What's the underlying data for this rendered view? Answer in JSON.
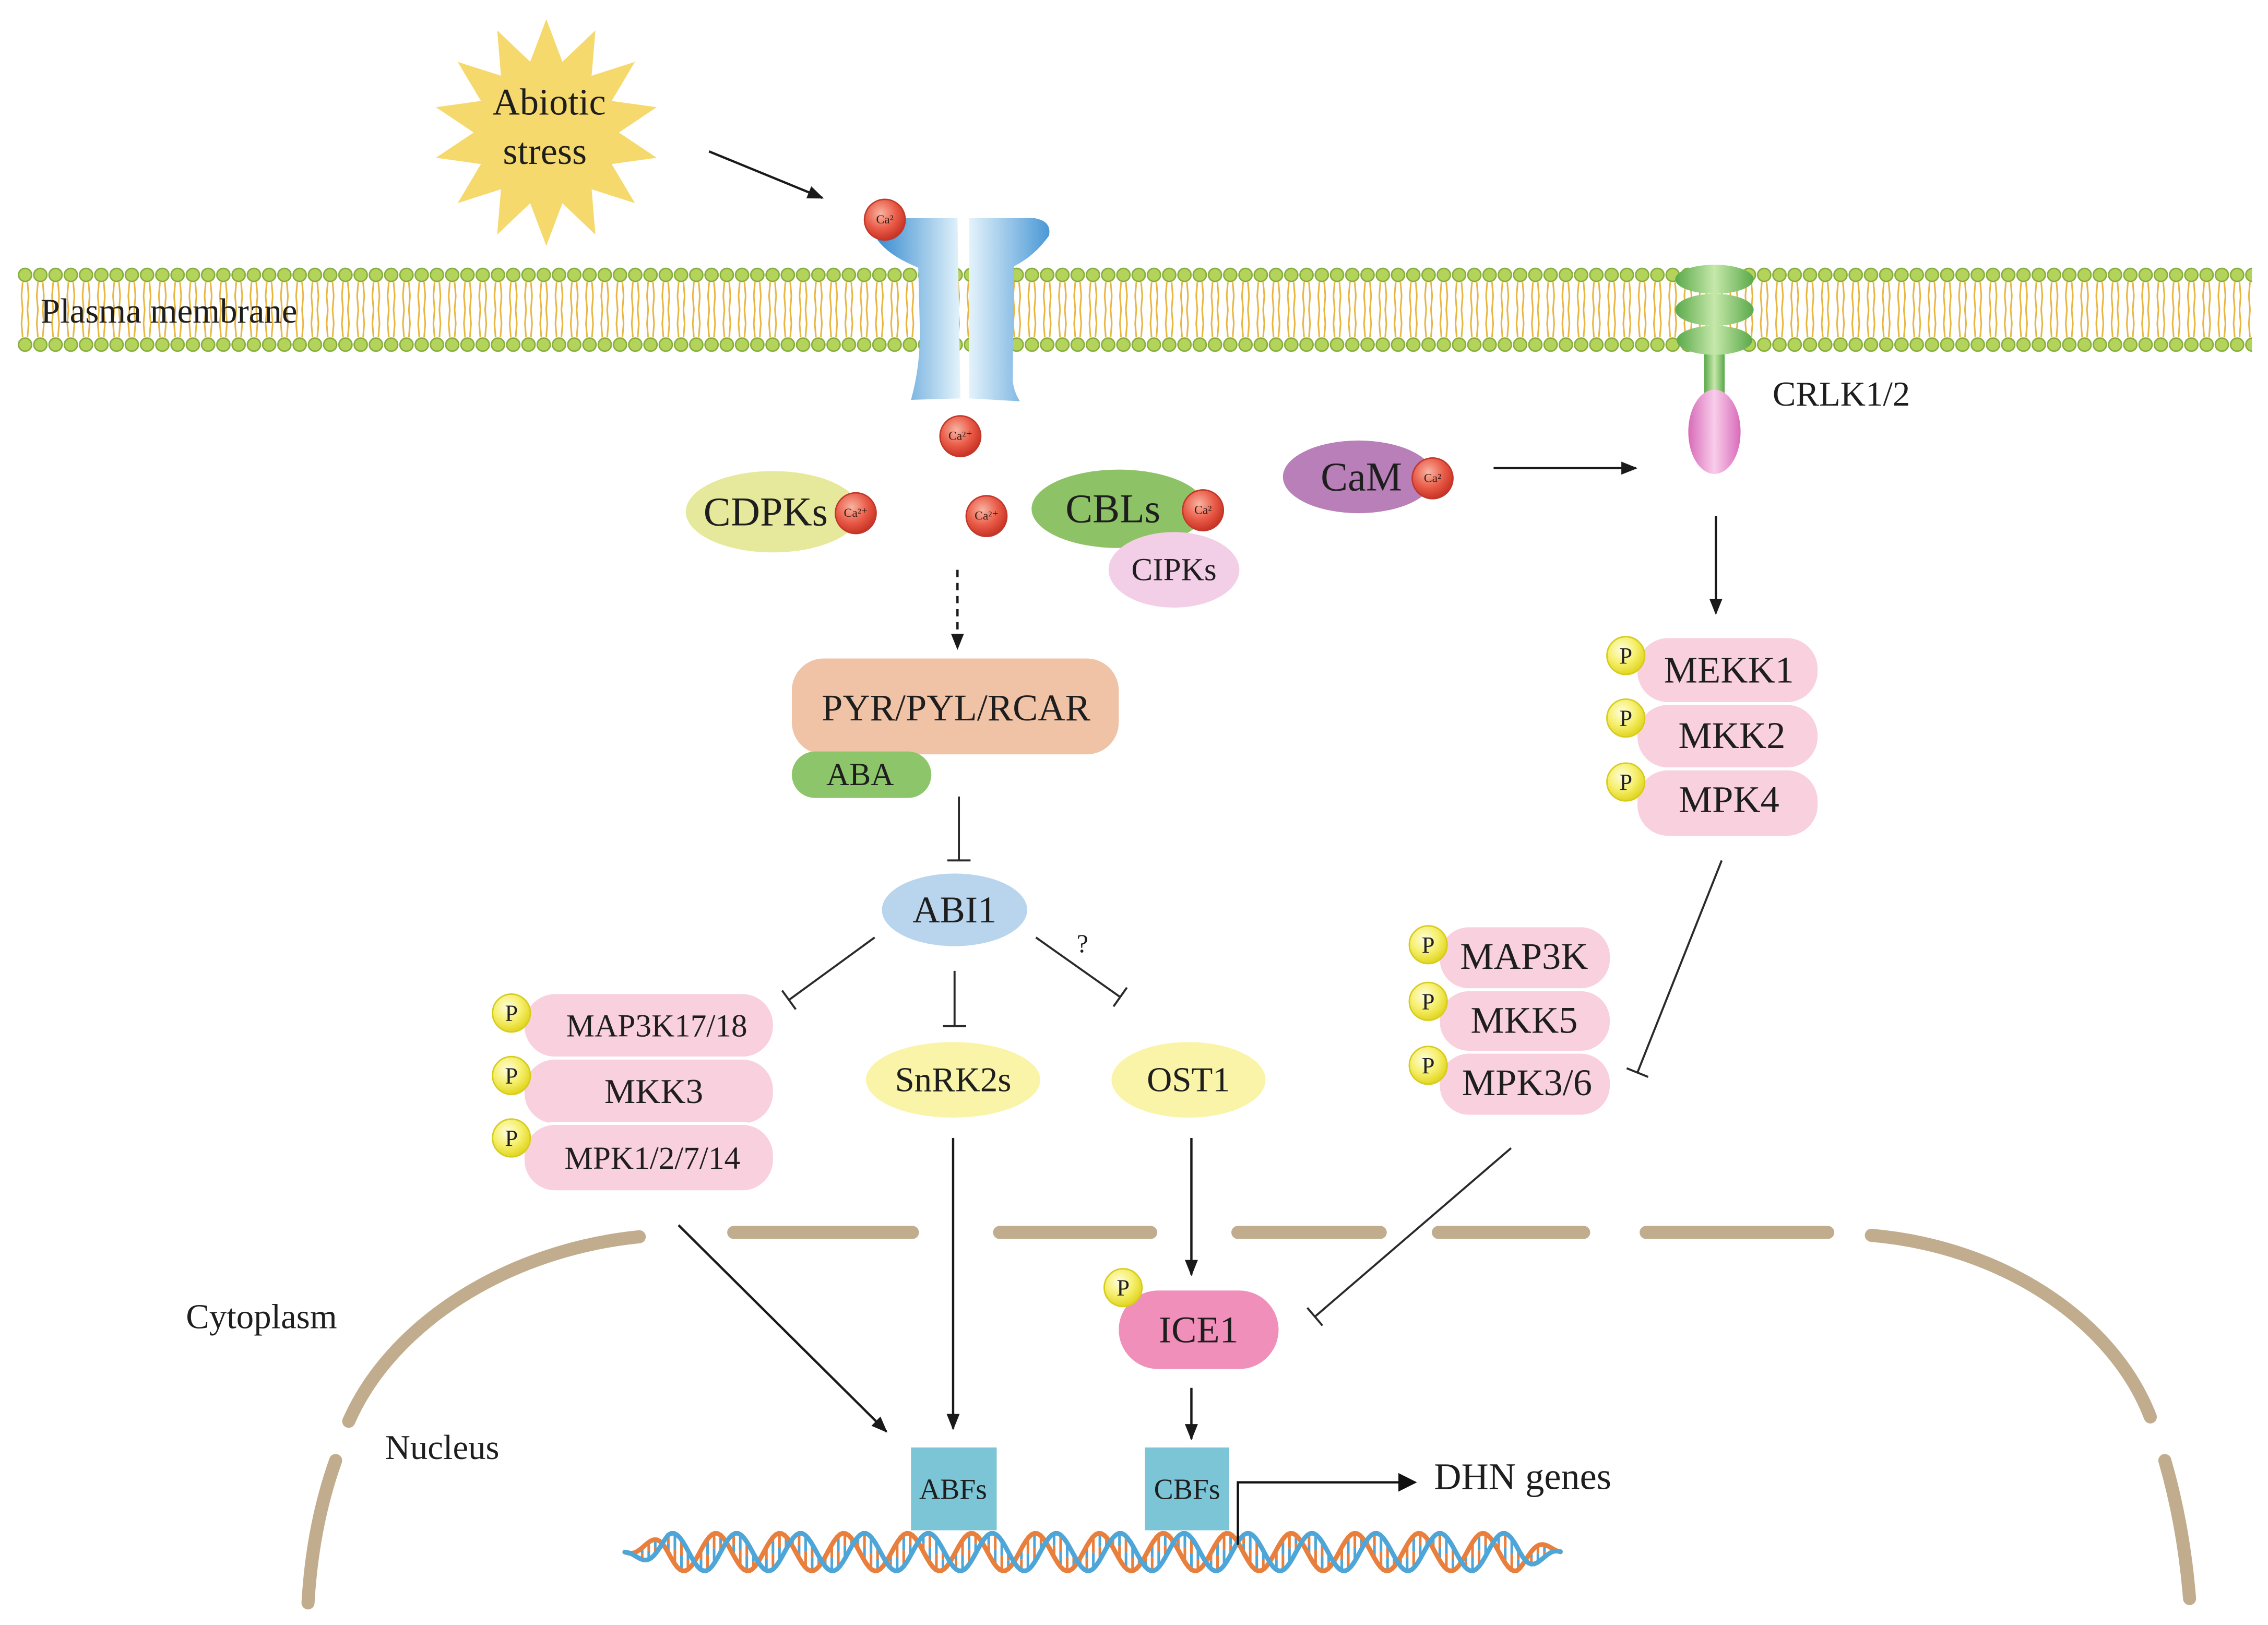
{
  "stimulus": {
    "line1": "Abiotic",
    "line2": "stress"
  },
  "compartments": {
    "plasma_membrane": "Plasma membrane",
    "cytoplasm": "Cytoplasm",
    "nucleus": "Nucleus"
  },
  "calcium": {
    "channel_outer": "Ca²",
    "channel_inner": "Ca²⁺",
    "free": "Ca²⁺",
    "cdpk_bound": "Ca²⁺",
    "cbl_bound": "Ca²",
    "cam_bound": "Ca²"
  },
  "calcium_sensors": {
    "cdpks": "CDPKs",
    "cbls": "CBLs",
    "cipks": "CIPKs",
    "cam": "CaM"
  },
  "receptor_kinase": "CRLK1/2",
  "aba_module": {
    "receptor": "PYR/PYL/RCAR",
    "ligand": "ABA",
    "phosphatase": "ABI1",
    "kinase_snrk2": "SnRK2s",
    "kinase_ost1": "OST1",
    "uncertain_link": "?"
  },
  "mapk_cascades": {
    "aba_branch": [
      "MAP3K17/18",
      "MKK3",
      "MPK1/2/7/14"
    ],
    "crlk_branch": [
      "MEKK1",
      "MKK2",
      "MPK4"
    ],
    "ice1_branch": [
      "MAP3K",
      "MKK5",
      "MPK3/6"
    ]
  },
  "phosphorylation_mark": "P",
  "transcription": {
    "ice1": "ICE1",
    "abfs": "ABFs",
    "cbfs": "CBFs",
    "target_genes": "DHN genes"
  },
  "colors": {
    "stress": "#f6d96c",
    "membrane_head": "#b4d35a",
    "membrane_head_edge": "#86ad3c",
    "membrane_tail": "#e8b53f",
    "cdpks": "#e6e99c",
    "cbls": "#8ec266",
    "cipks": "#f3cfe7",
    "cam": "#b87fb9",
    "pyr": "#f0c2a6",
    "aba": "#8cc56a",
    "abi1": "#b9d5ee",
    "mapk": "#f9d0dd",
    "snrk": "#faf4a8",
    "ice1": "#ef8fba",
    "tf_box": "#7cc5d6",
    "nuclear_envelope": "#c1ad8e",
    "dna_strand_a": "#4ea6d8",
    "dna_strand_b": "#e97f3c"
  }
}
